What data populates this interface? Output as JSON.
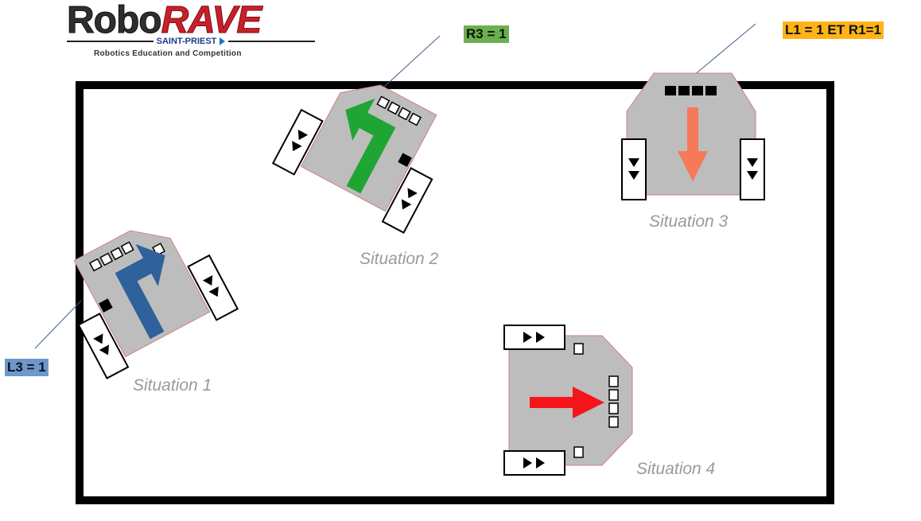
{
  "logo": {
    "brand_part1": "Robo",
    "brand_part2": "RAVE",
    "location": "SAINT-PRIEST",
    "tagline": "Robotics Education and Competition"
  },
  "sensor_labels": {
    "situation1": "L3 = 1",
    "situation2": "R3 = 1",
    "situation3": "L1 = 1  ET R1=1"
  },
  "situations": {
    "s1": "Situation 1",
    "s2": "Situation 2",
    "s3": "Situation 3",
    "s4": "Situation 4"
  },
  "colors": {
    "arena_border": "#000000",
    "robot_body": "#bdbdbd",
    "arrow_s1": "#2f619a",
    "arrow_s2": "#1fa533",
    "arrow_s3": "#f6795a",
    "arrow_s4": "#f4151b",
    "tag_s1": "#6c97cf",
    "tag_s2": "#6ab04c",
    "tag_s3": "#ffb319"
  },
  "icons": {
    "wheel": "wheel-icon",
    "sensor_active": "sensor-active-icon",
    "sensor_inactive": "sensor-inactive-icon",
    "direction": "direction-arrow-icon"
  }
}
